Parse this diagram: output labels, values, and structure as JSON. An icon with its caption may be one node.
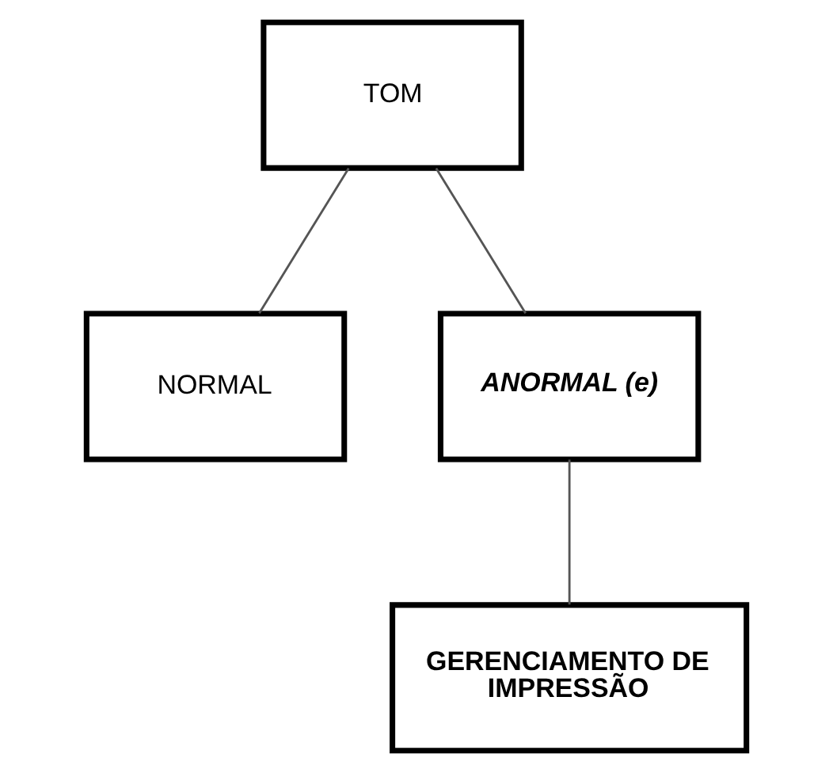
{
  "diagram": {
    "nodes": [
      {
        "text": [
          "TOM"
        ]
      },
      {
        "text": [
          "NORMAL"
        ]
      },
      {
        "text": [
          "ANORMAL (e)"
        ]
      },
      {
        "text": [
          "GERENCIAMENTO DE IMPRESSÃO"
        ]
      }
    ],
    "edges": [
      {
        "from": 0,
        "to": 1,
        "arrow": "none"
      },
      {
        "from": 0,
        "to": 2,
        "arrow": "none"
      },
      {
        "from": 2,
        "to": 3,
        "arrow": "none"
      }
    ]
  }
}
